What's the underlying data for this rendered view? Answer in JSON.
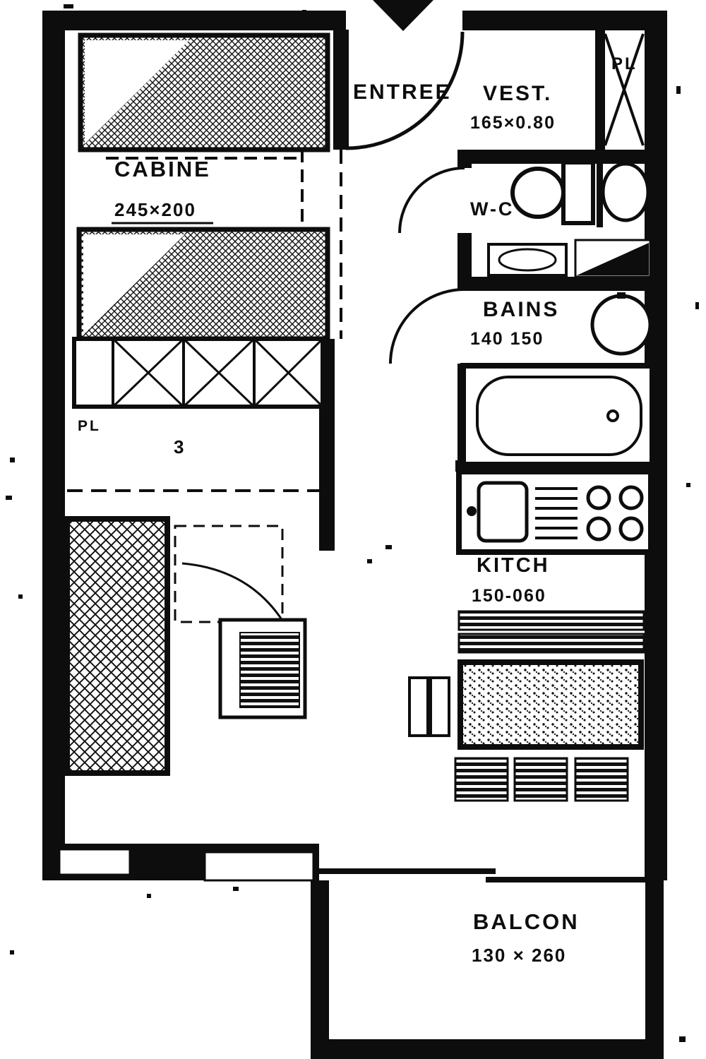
{
  "meta": {
    "ink_color": "#0d0d0d",
    "paper_color": "#ffffff"
  },
  "rooms": {
    "entree": {
      "label": "ENTREE"
    },
    "vest": {
      "label": "VEST.",
      "dims": "165×0.80"
    },
    "pl_right": {
      "label": "PL"
    },
    "wc": {
      "label": "W-C"
    },
    "bains": {
      "label": "BAINS",
      "dims": "140  150"
    },
    "kitch": {
      "label": "KITCH",
      "dims": "150-060"
    },
    "cabine": {
      "label": "CABINE",
      "dims": "245×200"
    },
    "pl_left": {
      "label": "PL"
    },
    "closet": {
      "number": "3"
    },
    "balcon": {
      "label": "BALCON",
      "dims": "130 × 260"
    }
  }
}
